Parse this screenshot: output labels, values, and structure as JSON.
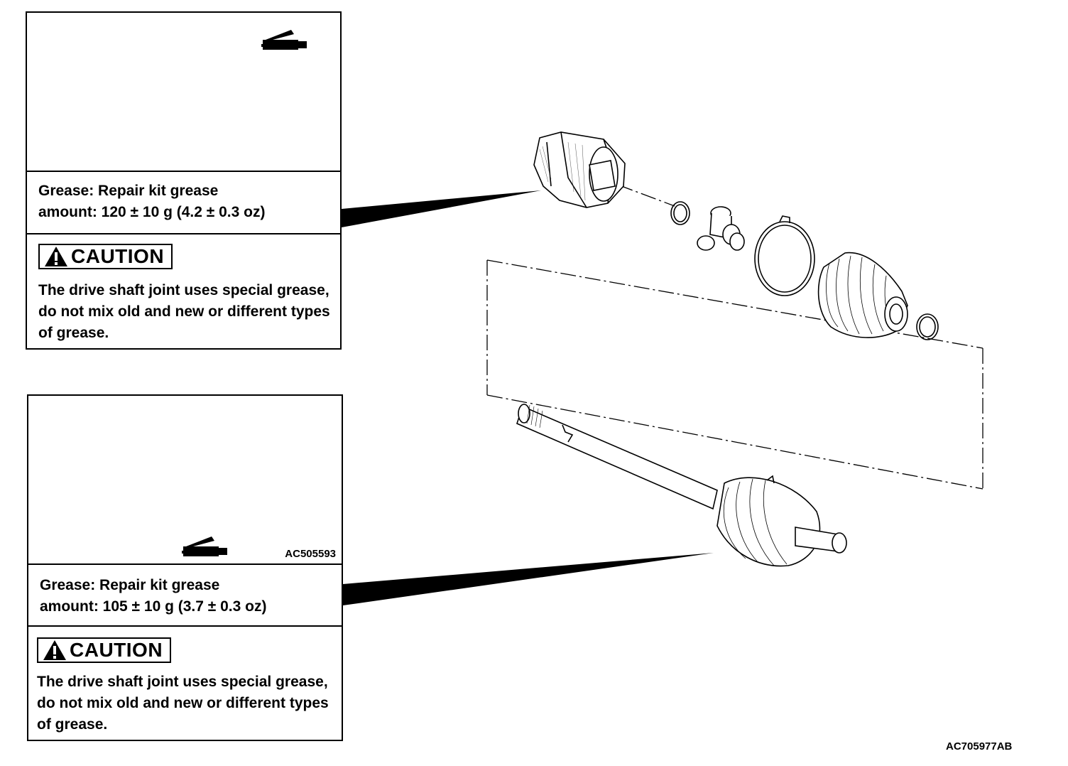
{
  "panel_top": {
    "grease_line1": "Grease: Repair kit grease",
    "grease_line2": "amount: 120 ± 10 g (4.2 ± 0.3 oz)",
    "caution_label": "CAUTION",
    "caution_text": "The drive shaft joint uses special grease, do not mix old and new or different types of grease."
  },
  "panel_bottom": {
    "figure_code": "AC505593",
    "grease_line1": "Grease: Repair kit grease",
    "grease_line2": "amount: 105 ± 10 g (3.7 ± 0.3 oz)",
    "caution_label": "CAUTION",
    "caution_text": "The drive shaft joint uses special grease, do not mix old and new or different types of grease."
  },
  "figure_code": "AC705977AB",
  "icons": [
    "warning-triangle-icon",
    "grease-gun-icon"
  ]
}
